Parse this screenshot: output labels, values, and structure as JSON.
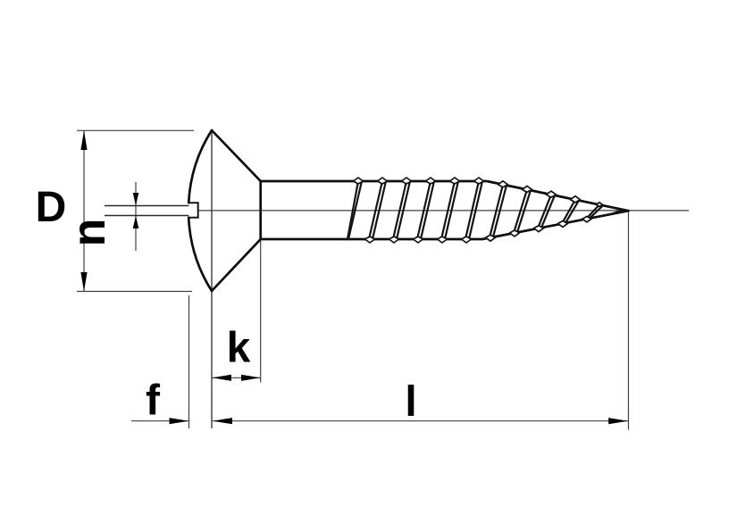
{
  "drawing": {
    "labels": {
      "head_diameter": "D",
      "slot_width": "n",
      "head_height": "k",
      "dome_height": "f",
      "screw_length": "l"
    },
    "colors": {
      "background": "#ffffff",
      "outline": "#0e0e0e",
      "dimension_lines": "#404040",
      "label_text": "#000000"
    }
  }
}
